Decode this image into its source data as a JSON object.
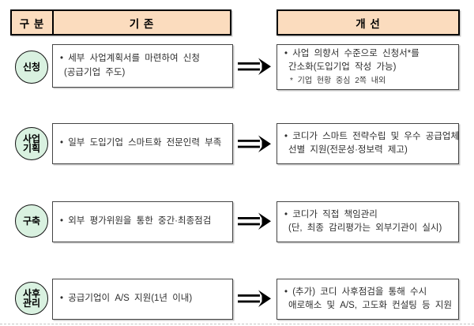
{
  "header": {
    "category": "구 분",
    "before": "기 존",
    "after": "개 선"
  },
  "colors": {
    "header_bg": "#fbdcbe",
    "circle_bg": "#d9f1e0",
    "border": "#000000"
  },
  "rows": [
    {
      "category_lines": [
        "신청"
      ],
      "before_lines": [
        "• 세부 사업계획서를 마련하여 신청",
        "(공급기업 주도)"
      ],
      "after_lines": [
        "• 사업 의향서 수준으로 신청서*를",
        "간소화(도입기업 작성 가능)",
        "* 기업 현황 중심 2쪽 내외"
      ]
    },
    {
      "category_lines": [
        "사업",
        "기획"
      ],
      "before_lines": [
        "• 일부 도입기업 스마트화 전문인력 부족"
      ],
      "after_lines": [
        "• 코디가 스마트 전략수립 및 우수 공급업체",
        "선별 지원(전문성·정보력 제고)"
      ]
    },
    {
      "category_lines": [
        "구축"
      ],
      "before_lines": [
        "• 외부 평가위원을 통한 중간·최종점검"
      ],
      "after_lines": [
        "• 코디가 직접 책임관리",
        "(단, 최종 감리평가는 외부기관이 실시)"
      ]
    },
    {
      "category_lines": [
        "사후",
        "관리"
      ],
      "before_lines": [
        "• 공급기업이 A/S 지원(1년 이내)"
      ],
      "after_lines": [
        "• (추가) 코디 사후점검을 통해 수시",
        "애로해소 및 A/S, 고도화 컨설팅 등 지원"
      ]
    }
  ]
}
